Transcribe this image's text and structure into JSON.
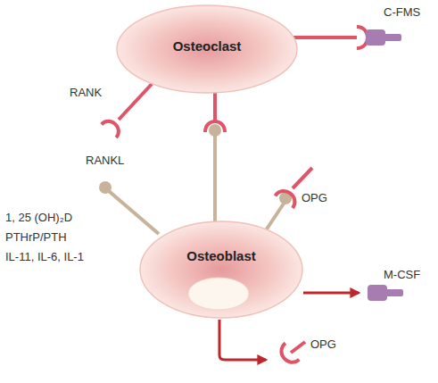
{
  "diagram": {
    "nodes": [
      {
        "text": [
          "Osteoclast"
        ]
      },
      {
        "text": [
          "Osteoblast"
        ]
      }
    ],
    "edges": [
      {
        "from": 1,
        "to": 0,
        "arrow": "none"
      }
    ],
    "labels": [
      "C-FMS",
      "RANK",
      "RANKL",
      "1, 25 (OH)₂D",
      "PTHrP/PTH",
      "IL-11, IL-6, IL-1",
      "OPG",
      "M-CSF",
      "OPG"
    ]
  }
}
